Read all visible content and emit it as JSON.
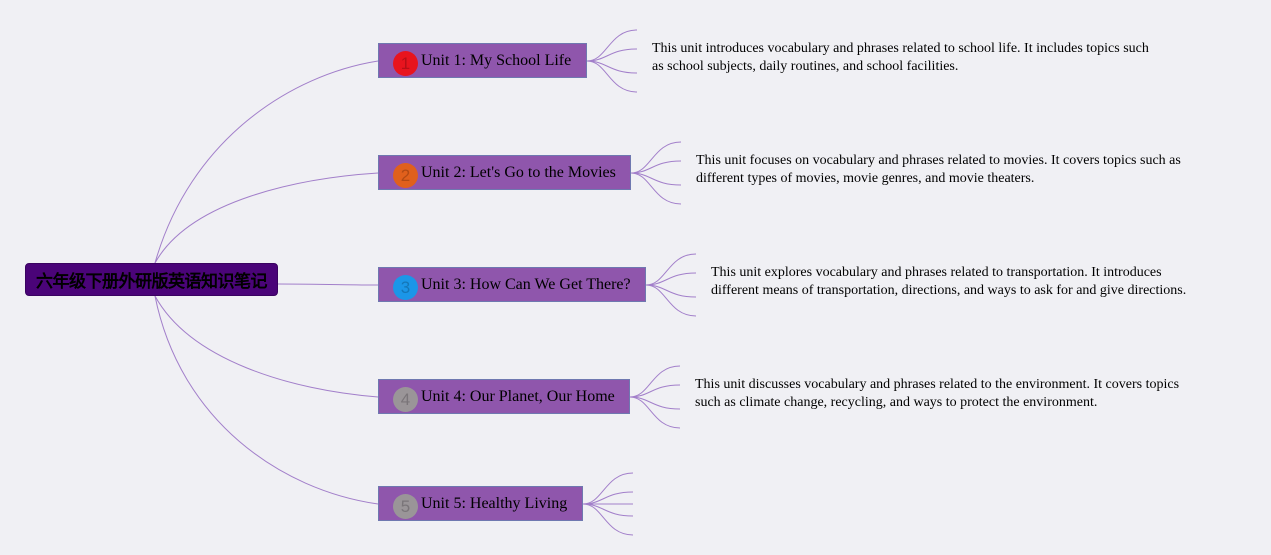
{
  "root": {
    "title": "六年级下册外研版英语知识笔记"
  },
  "units": [
    {
      "badge": "1",
      "badge_color": "#e8141e",
      "badge_text_color": "#b80f17",
      "title": "Unit 1: My School Life",
      "description": "This unit introduces vocabulary and phrases related to school life. It includes topics such as school subjects, daily routines, and school facilities."
    },
    {
      "badge": "2",
      "badge_color": "#e0601c",
      "badge_text_color": "#b24a14",
      "title": "Unit 2: Let's Go to the Movies",
      "description": "This unit focuses on vocabulary and phrases related to movies. It covers topics such as different types of movies, movie genres, and movie theaters."
    },
    {
      "badge": "3",
      "badge_color": "#1b96e8",
      "badge_text_color": "#1477b8",
      "title": "Unit 3: How Can We Get There?",
      "description": "This unit explores vocabulary and phrases related to transportation. It introduces different means of transportation, directions, and ways to ask for and give directions."
    },
    {
      "badge": "4",
      "badge_color": "#9a9598",
      "badge_text_color": "#7a7579",
      "title": "Unit 4: Our Planet, Our Home",
      "description": "This unit discusses vocabulary and phrases related to the environment. It covers topics such as climate change, recycling, and ways to protect the environment."
    },
    {
      "badge": "5",
      "badge_color": "#9a9598",
      "badge_text_color": "#7a7579",
      "title": "Unit 5: Healthy Living",
      "description": ""
    }
  ]
}
